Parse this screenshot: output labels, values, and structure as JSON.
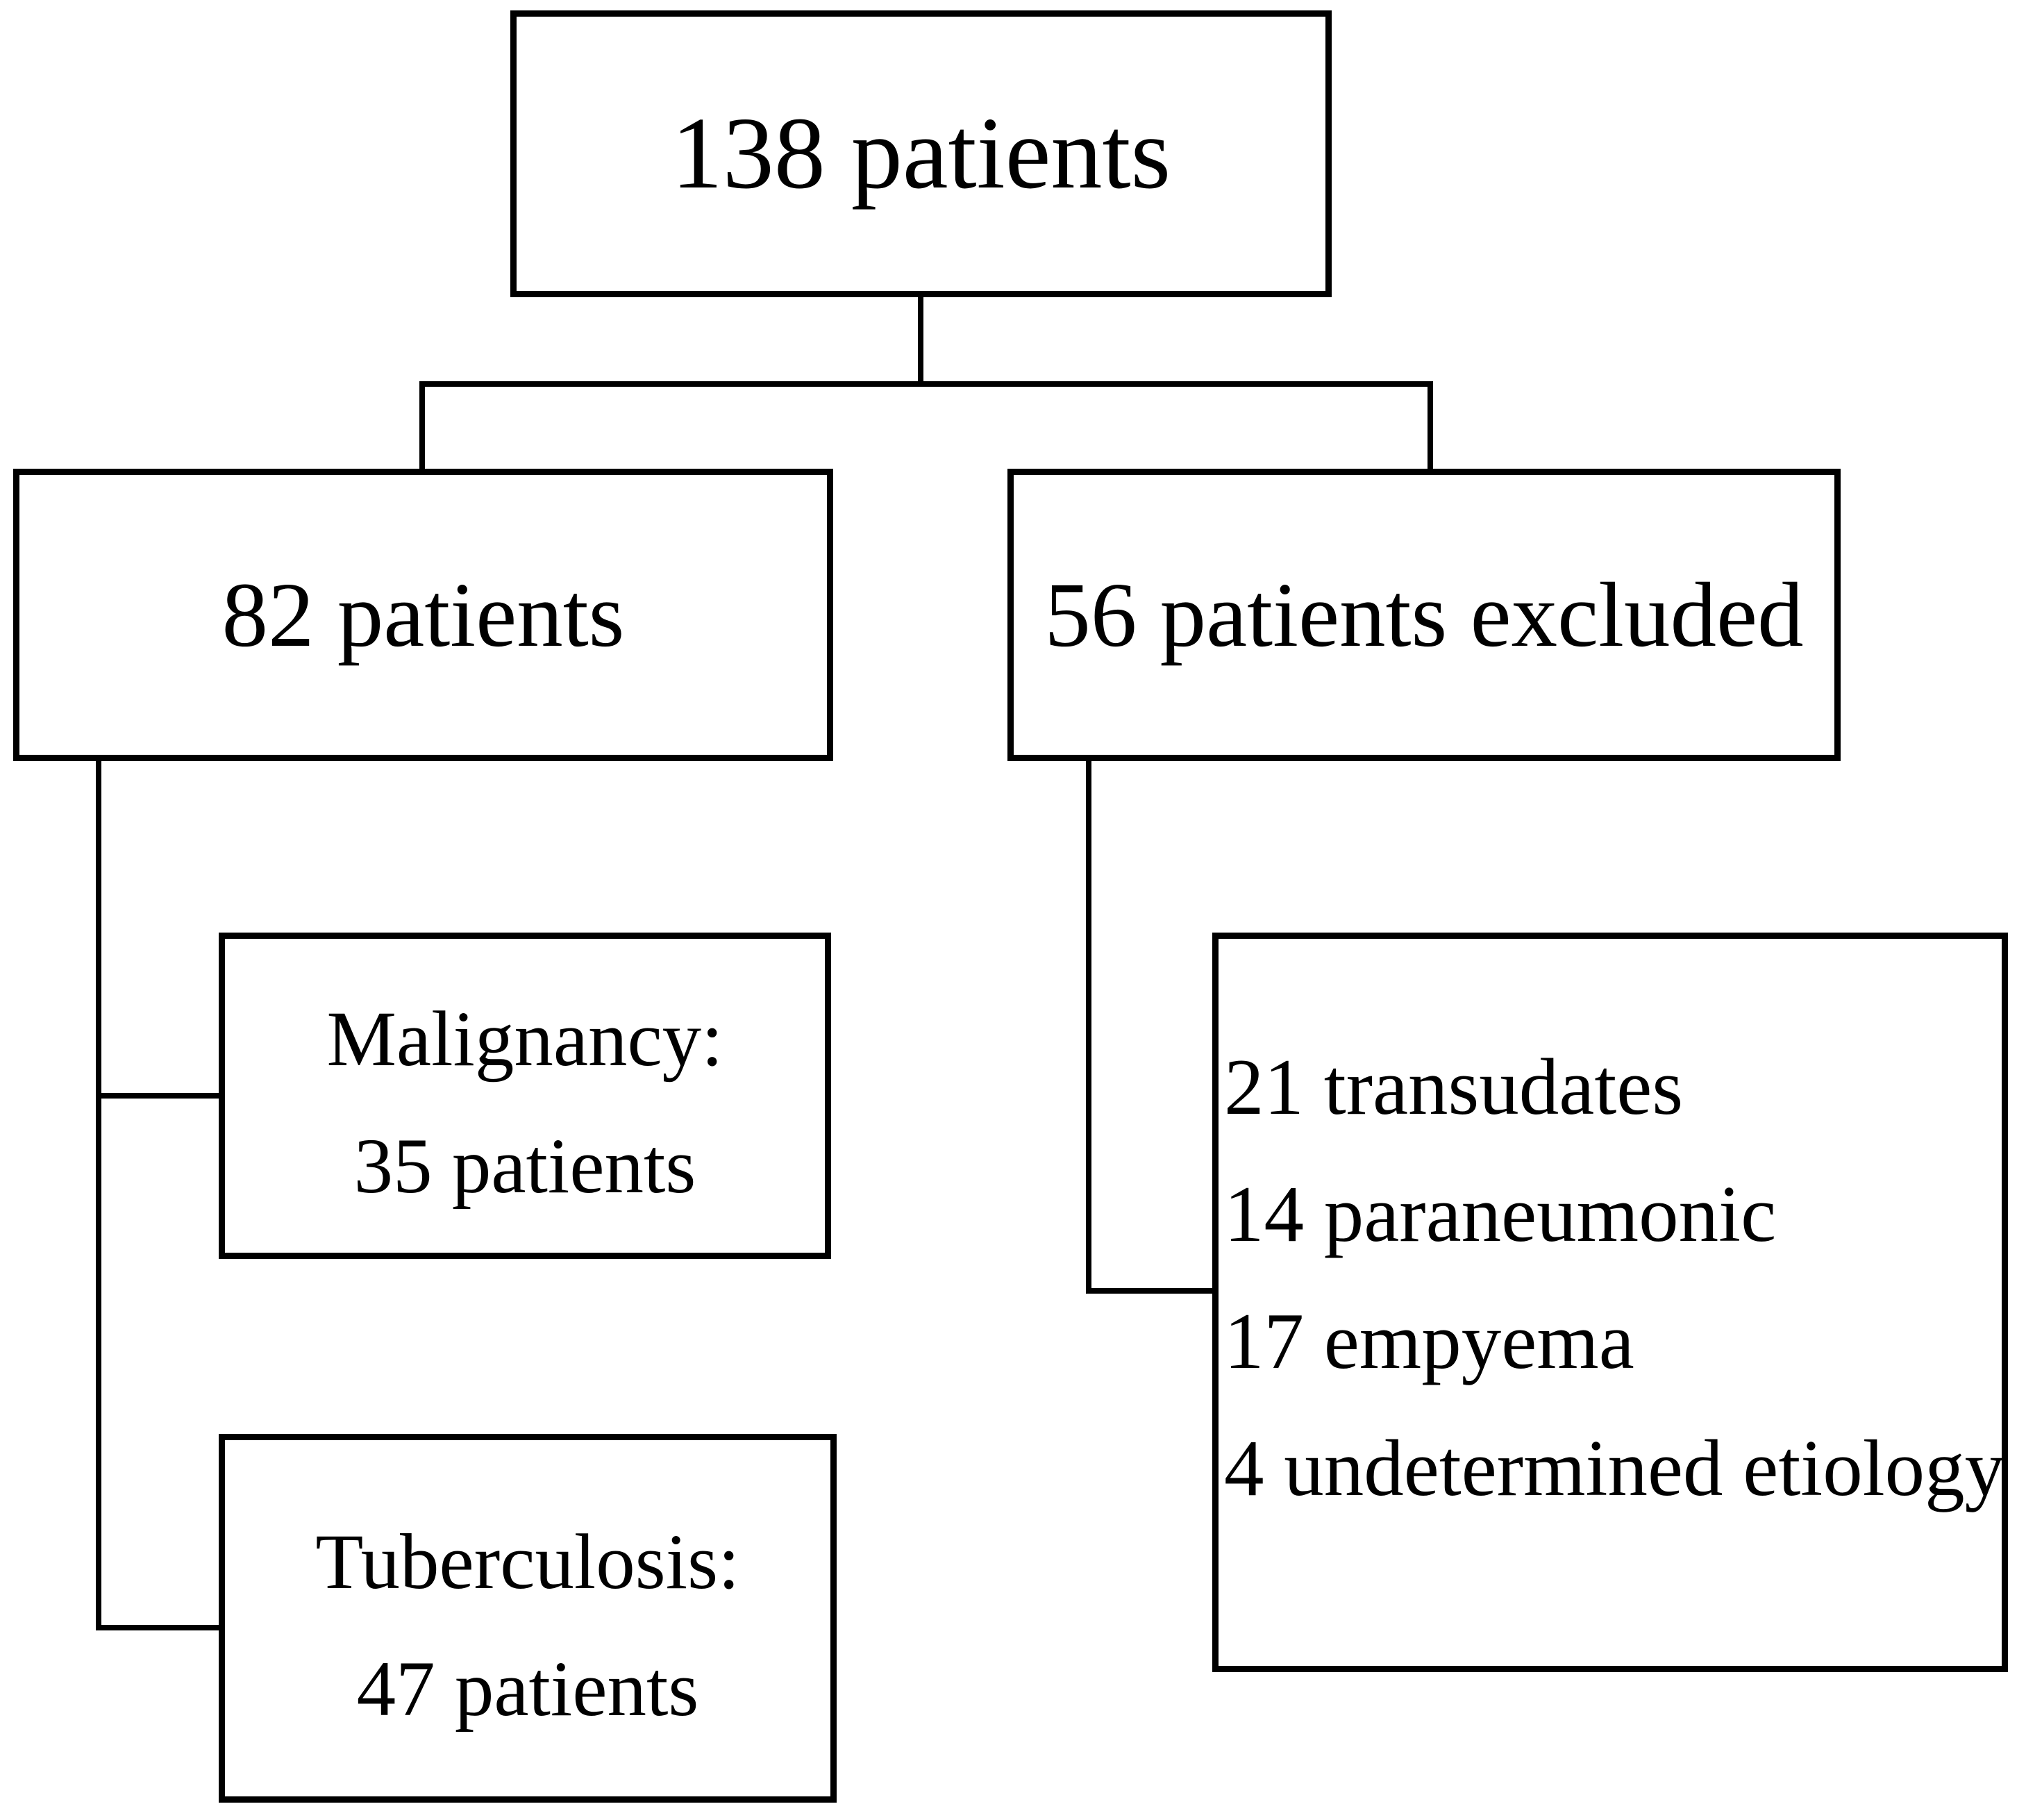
{
  "figure": {
    "background_color": "#ffffff",
    "line_color": "#000000",
    "text_color": "#000000",
    "boxes": {
      "total": {
        "label": "138 patients"
      },
      "included": {
        "label": "82 patients"
      },
      "excluded": {
        "label": "56 patients excluded"
      },
      "malignancy": {
        "lines": [
          "Malignancy:",
          "35 patients"
        ]
      },
      "tuberculosis": {
        "lines": [
          "Tuberculosis:",
          "47 patients"
        ]
      },
      "exclusion_breakdown": {
        "items": [
          "21 transudates",
          "14 paraneumonic",
          "17 empyema",
          "4 undetermined etiology"
        ]
      }
    }
  }
}
